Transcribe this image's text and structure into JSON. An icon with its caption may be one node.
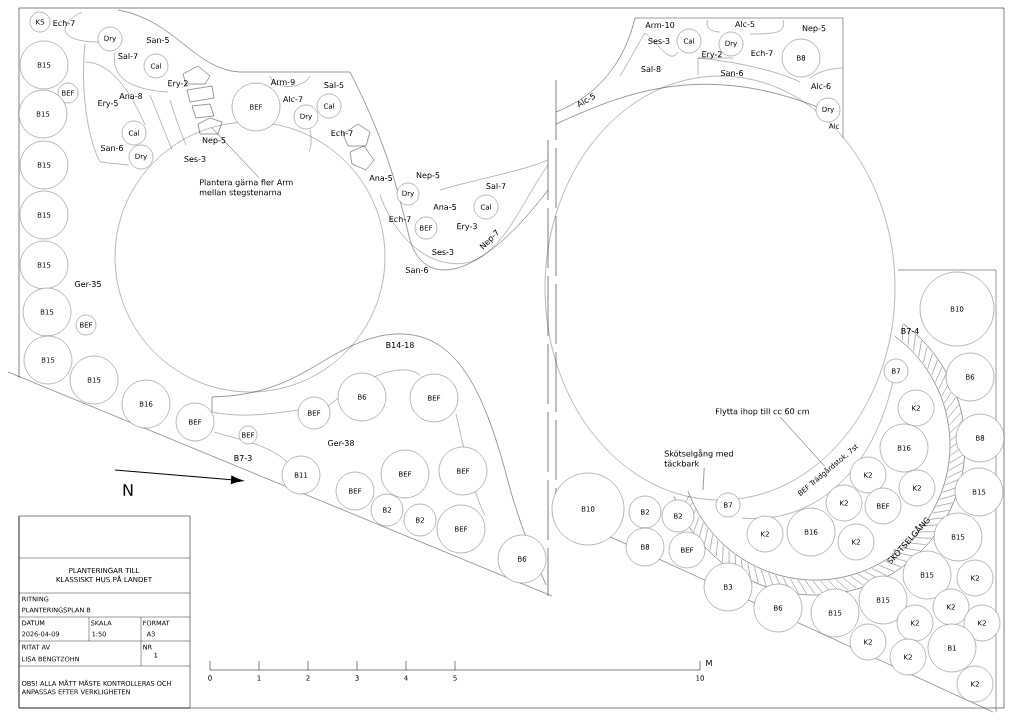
{
  "diagram": {
    "nodes": [
      {
        "text": [
          "K5"
        ]
      },
      {
        "text": [
          "B15"
        ]
      },
      {
        "text": [
          "BEF"
        ]
      },
      {
        "text": [
          "B15"
        ]
      },
      {
        "text": [
          "B15"
        ]
      },
      {
        "text": [
          "B15"
        ]
      },
      {
        "text": [
          "B15"
        ]
      },
      {
        "text": [
          "Dry"
        ]
      },
      {
        "text": [
          "Cal"
        ]
      },
      {
        "text": [
          "Cal"
        ]
      },
      {
        "text": [
          "Dry"
        ]
      },
      {
        "text": [
          "BEF"
        ]
      },
      {
        "text": [
          "Dry"
        ]
      },
      {
        "text": [
          "Cal"
        ]
      },
      {
        "text": [
          "Dry"
        ]
      },
      {
        "text": [
          "Cal"
        ]
      },
      {
        "text": [
          "BEF"
        ]
      },
      {
        "text": [
          "B15"
        ]
      },
      {
        "text": [
          "BEF"
        ]
      },
      {
        "text": [
          "B15"
        ]
      },
      {
        "text": [
          "B15"
        ]
      },
      {
        "text": [
          "B16"
        ]
      },
      {
        "text": [
          "BEF"
        ]
      },
      {
        "text": [
          "BEF"
        ]
      },
      {
        "text": [
          "BEF"
        ]
      },
      {
        "text": [
          "B6"
        ]
      },
      {
        "text": [
          "BEF"
        ]
      },
      {
        "text": [
          "B11"
        ]
      },
      {
        "text": [
          "BEF"
        ]
      },
      {
        "text": [
          "BEF"
        ]
      },
      {
        "text": [
          "BEF"
        ]
      },
      {
        "text": [
          "B2"
        ]
      },
      {
        "text": [
          "B2"
        ]
      },
      {
        "text": [
          "BEF"
        ]
      },
      {
        "text": [
          "B6"
        ]
      },
      {
        "text": [
          "Cal"
        ]
      },
      {
        "text": [
          "Dry"
        ]
      },
      {
        "text": [
          "B8"
        ]
      },
      {
        "text": [
          "Dry"
        ]
      },
      {
        "text": [
          "B10"
        ]
      },
      {
        "text": [
          "B7"
        ]
      },
      {
        "text": [
          "B6"
        ]
      },
      {
        "text": [
          "K2"
        ]
      },
      {
        "text": [
          "B8"
        ]
      },
      {
        "text": [
          "B16"
        ]
      },
      {
        "text": [
          "K2"
        ]
      },
      {
        "text": [
          "K2"
        ]
      },
      {
        "text": [
          "B15"
        ]
      },
      {
        "text": [
          "K2"
        ]
      },
      {
        "text": [
          "BEF"
        ]
      },
      {
        "text": [
          "B7"
        ]
      },
      {
        "text": [
          "K2"
        ]
      },
      {
        "text": [
          "B16"
        ]
      },
      {
        "text": [
          "K2"
        ]
      },
      {
        "text": [
          "B10"
        ]
      },
      {
        "text": [
          "B2"
        ]
      },
      {
        "text": [
          "B2"
        ]
      },
      {
        "text": [
          "B8"
        ]
      },
      {
        "text": [
          "BEF"
        ]
      },
      {
        "text": [
          "B15"
        ]
      },
      {
        "text": [
          "B3"
        ]
      },
      {
        "text": [
          "B6"
        ]
      },
      {
        "text": [
          "B15"
        ]
      },
      {
        "text": [
          "B15"
        ]
      },
      {
        "text": [
          "K2"
        ]
      },
      {
        "text": [
          "B15"
        ]
      },
      {
        "text": [
          "K2"
        ]
      },
      {
        "text": [
          "K2"
        ]
      },
      {
        "text": [
          "K2"
        ]
      },
      {
        "text": [
          "K2"
        ]
      },
      {
        "text": [
          "B1"
        ]
      },
      {
        "text": [
          "K2"
        ]
      },
      {
        "text": [
          "K2"
        ]
      },
      {
        "text": [
          "Plantera gärna fler Arm mellan stegstenarna"
        ]
      },
      {
        "text": [
          "Skötselgång med täckbark"
        ]
      },
      {
        "text": [
          "Flytta ihop till cc 60 cm"
        ]
      },
      {
        "text": [
          "BEF Trädgårdstok, 7st"
        ]
      }
    ],
    "edges": [
      {
        "from": 73,
        "to": null,
        "arrow": "none"
      },
      {
        "from": 74,
        "to": null,
        "arrow": "none"
      },
      {
        "from": 75,
        "to": 76,
        "arrow": "none"
      }
    ],
    "labels": [
      "Ech-7",
      "San-5",
      "Sal-7",
      "Ery-2",
      "Ana-8",
      "Ery-5",
      "San-6",
      "Nep-5",
      "Ses-3",
      "Arm-9",
      "Sal-5",
      "Alc-7",
      "Ech-7",
      "Ana-5",
      "Nep-5",
      "Sal-7",
      "Ana-5",
      "Ech-7",
      "Ery-3",
      "Ses-3",
      "Nep-7",
      "San-6",
      "Ger-35",
      "B14-18",
      "Ger-38",
      "B7-3",
      "Arm-10",
      "Alc-5",
      "Nep-5",
      "Ses-3",
      "Ery-2",
      "Ech-7",
      "Sal-8",
      "San-6",
      "Alc-5",
      "Alc-6",
      "Alc",
      "B7-4",
      "SKÖTSELGÅNG",
      "N",
      "PLANTERINGAR TILL KLASSISKT HUS PÅ LANDET",
      "RITNING",
      "PLANTERINGSPLAN B",
      "DATUM",
      "2026-04-09",
      "SKALA",
      "1:50",
      "FORMAT",
      "A3",
      "RITAT AV",
      "LISA BENGTZOHN",
      "NR",
      "1",
      "OBS! ALLA MÅTT MÅSTE KONTROLLERAS OCH ANPASSAS EFTER VERKLIGHETEN",
      "0",
      "1",
      "2",
      "3",
      "4",
      "5",
      "10",
      "M"
    ]
  }
}
